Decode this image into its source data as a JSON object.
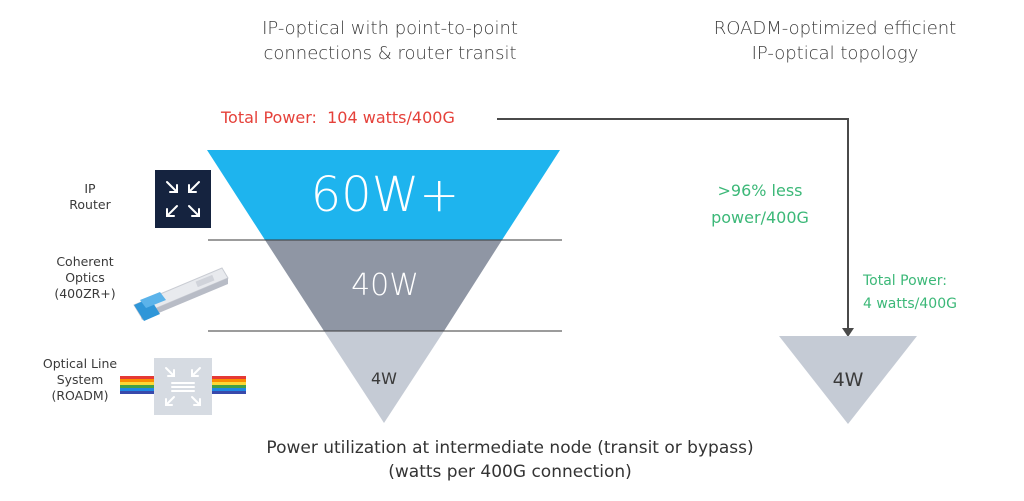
{
  "titles": {
    "left": [
      "IP-optical with point-to-point",
      "connections & router transit"
    ],
    "right": [
      "ROADM-optimized efficient",
      "IP-optical topology"
    ]
  },
  "total_power_left": "Total Power:  104 watts/400G",
  "layers": [
    {
      "label": [
        "IP",
        "Router"
      ],
      "value": "60W+",
      "color": "#1eb4ee"
    },
    {
      "label": [
        "Coherent",
        "Optics",
        "(400ZR+)"
      ],
      "value": "40W",
      "color": "#8f96a4"
    },
    {
      "label": [
        "Optical Line",
        "System",
        "(ROADM)"
      ],
      "value": "4W",
      "color": "#c5cbd5"
    }
  ],
  "savings": [
    "&gt;96% less",
    "power/400G"
  ],
  "total_power_right": [
    "Total Power:",
    "4 watts/400G"
  ],
  "right_triangle_value": "4W",
  "caption": [
    "Power utilization at intermediate node (transit or bypass)",
    "(watts per 400G connection)"
  ],
  "colors": {
    "accent_blue": "#1eb4ee",
    "green": "#3cb878",
    "red": "#e5413a",
    "mid_gray": "#8f96a4",
    "light_gray": "#c5cbd5",
    "router_bg": "#15233f"
  },
  "icons": [
    "router-icon",
    "optics-module-icon",
    "roadm-icon"
  ]
}
